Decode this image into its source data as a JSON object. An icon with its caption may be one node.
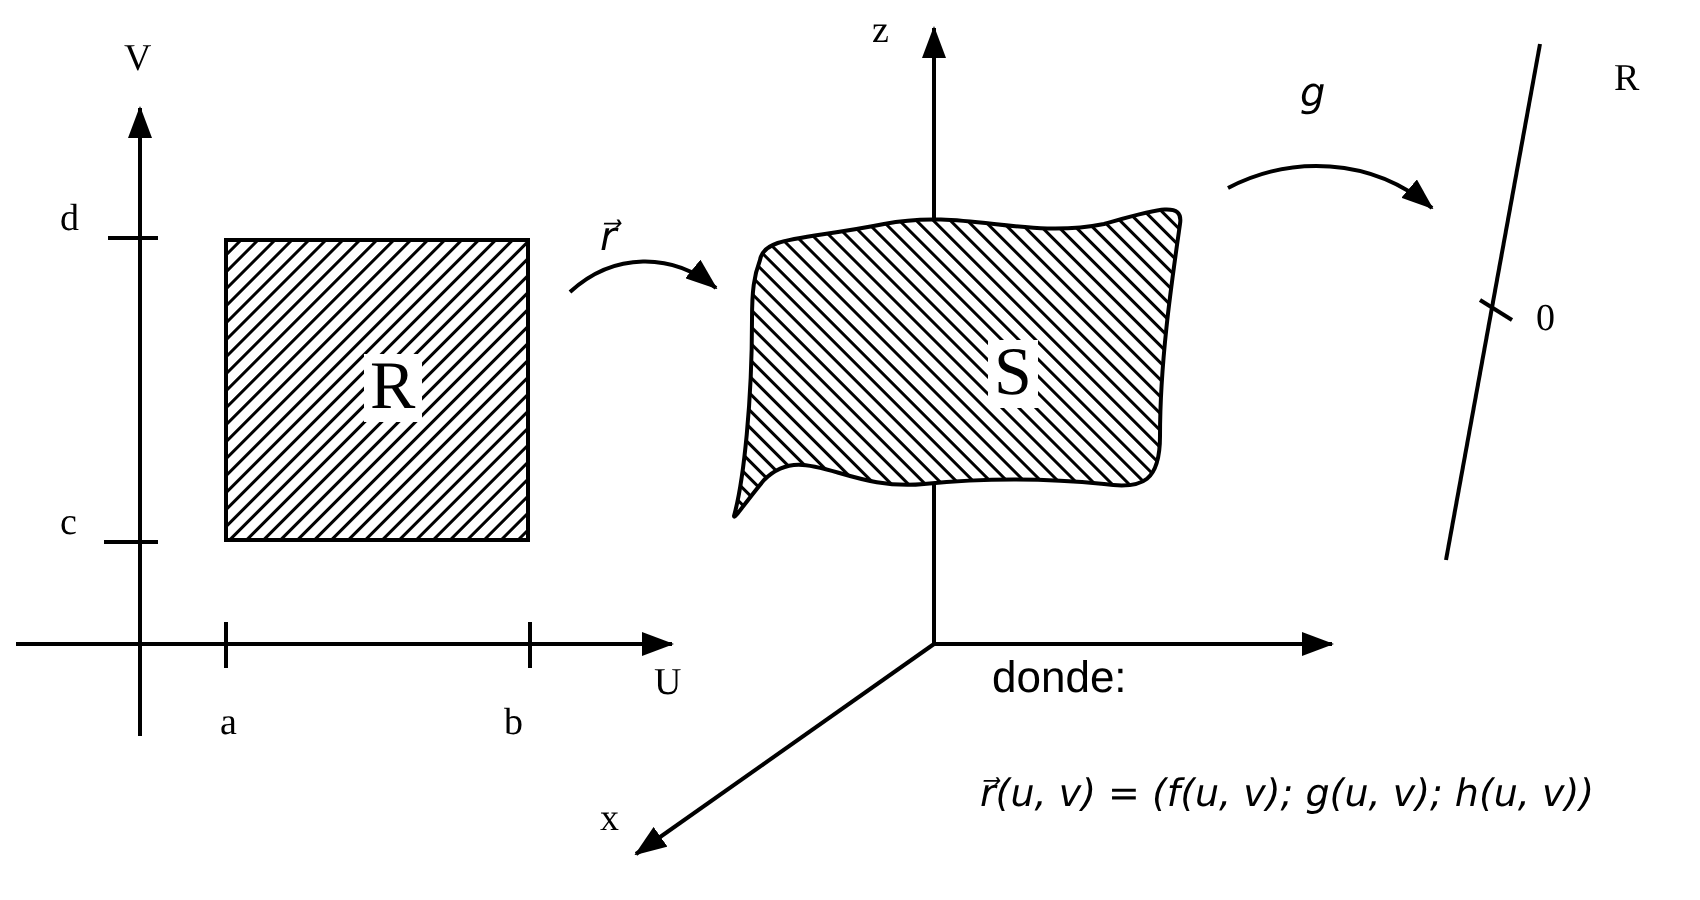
{
  "diagram": {
    "nodes": [
      {
        "text": [
          "R"
        ]
      },
      {
        "text": [
          "S"
        ]
      },
      {
        "text": [],
        "shape": "line",
        "beside": [
          "R",
          "0"
        ]
      }
    ],
    "edges": [
      {
        "from": 0,
        "to": 1,
        "arrow": "to",
        "label": "r⃗"
      },
      {
        "from": 1,
        "to": 2,
        "arrow": "to",
        "label": "g"
      }
    ],
    "labels": [
      "V",
      "d",
      "c",
      "a",
      "b",
      "U",
      "z",
      "x",
      "donde:",
      "r⃗(u, v) = (f(u, v); g(u, v); h(u, v))"
    ]
  }
}
